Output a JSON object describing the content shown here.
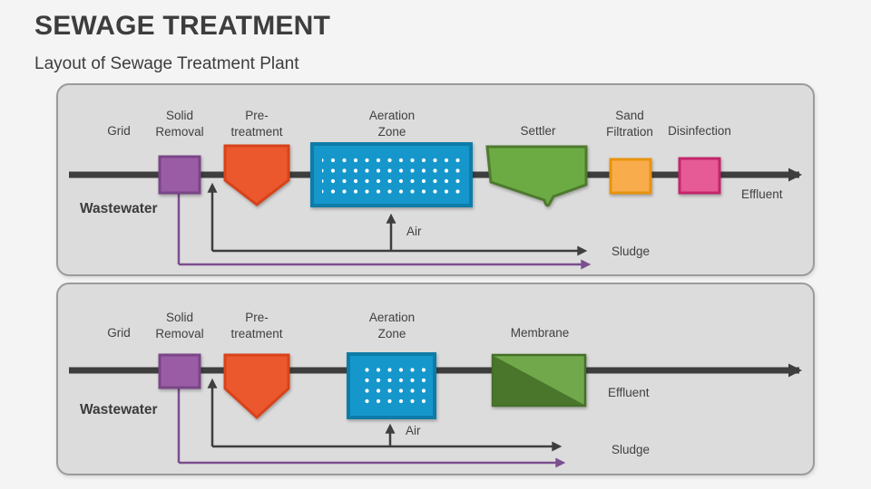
{
  "slide": {
    "title": "SEWAGE TREATMENT",
    "subtitle": "Layout of Sewage Treatment Plant"
  },
  "palette": {
    "panel_bg": "#dcdcdc",
    "panel_border": "#9b9b9b",
    "flow_line": "#3e3e3e",
    "solid_removal_fill": "#9a5ca5",
    "solid_removal_border": "#7a4687",
    "pretreatment_fill": "#ec582e",
    "pretreatment_border": "#d8431b",
    "aeration_fill": "#1697cb",
    "aeration_border": "#0e7ca8",
    "settler_fill": "#6cab44",
    "settler_border": "#4e7a2e",
    "sand_filtration_fill": "#f9ac4b",
    "sand_filtration_border": "#e8930e",
    "disinfection_fill": "#e65b95",
    "disinfection_border": "#c4266c",
    "membrane_light": "#71a84b",
    "membrane_dark": "#4a762c",
    "recycle_line": "#7b4e8f",
    "text": "#404040"
  },
  "diagram1": {
    "stages": {
      "grid": "Grid",
      "solid_removal": "Solid\nRemoval",
      "pretreatment": "Pre-\ntreatment",
      "aeration_zone": "Aeration\nZone",
      "settler": "Settler",
      "sand_filtration": "Sand\nFiltration",
      "disinfection": "Disinfection"
    },
    "streams": {
      "wastewater": "Wastewater",
      "effluent": "Effluent",
      "air": "Air",
      "sludge": "Sludge"
    }
  },
  "diagram2": {
    "stages": {
      "grid": "Grid",
      "solid_removal": "Solid\nRemoval",
      "pretreatment": "Pre-\ntreatment",
      "aeration_zone": "Aeration\nZone",
      "membrane": "Membrane"
    },
    "streams": {
      "wastewater": "Wastewater",
      "effluent": "Effluent",
      "air": "Air",
      "sludge": "Sludge"
    }
  }
}
